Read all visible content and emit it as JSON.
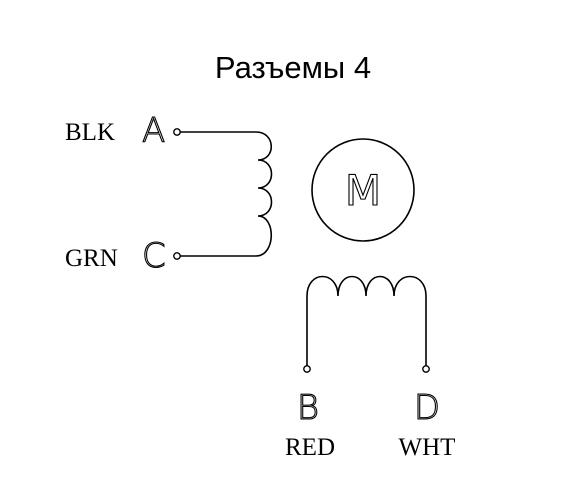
{
  "diagram": {
    "title": "Разъемы 4",
    "motor_label": "M",
    "coil_ac": {
      "top": {
        "wire_color": "BLK",
        "terminal": "A"
      },
      "bottom": {
        "wire_color": "GRN",
        "terminal": "C"
      }
    },
    "coil_bd": {
      "left": {
        "terminal": "B",
        "wire_color": "RED"
      },
      "right": {
        "terminal": "D",
        "wire_color": "WHT"
      }
    }
  }
}
